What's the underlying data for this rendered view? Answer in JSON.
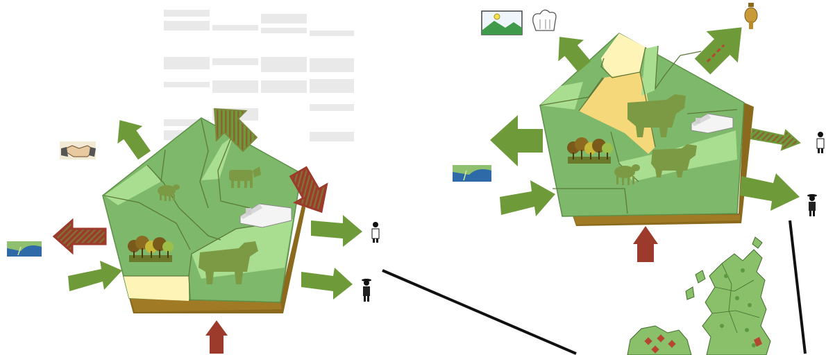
{
  "diagram": {
    "left_farm": {
      "name": "farm-system-left",
      "land_fill": "#7fbf73",
      "outflows": [
        "trade-handshake",
        "grey-arrow",
        "scientist",
        "farmer",
        "water-loss"
      ],
      "inflows": [
        "water",
        "soil-base",
        "external-input"
      ]
    },
    "right_farm": {
      "name": "farm-system-right",
      "outflows": [
        "landscape",
        "chef",
        "grain-sack",
        "scientist",
        "farmer",
        "water-loss"
      ],
      "inflows": [
        "water",
        "soil-base"
      ]
    },
    "map": {
      "name": "uk-regions-map",
      "region_colors": [
        "#8bc06b",
        "#b5462f"
      ]
    },
    "colors": {
      "arrow_green": "#6f9a3a",
      "arrow_red": "#9c3a2b",
      "field_dark": "#7db86b",
      "field_light": "#a9dd8f",
      "field_pale": "#fff4b8",
      "field_yellow": "#f4d87a",
      "soil": "#8b6a1e",
      "silhouette": "#7c9a44"
    }
  }
}
